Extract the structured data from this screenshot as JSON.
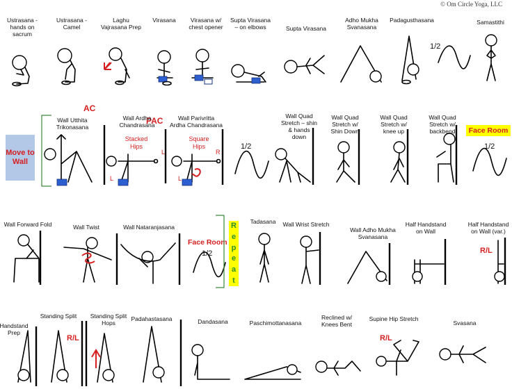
{
  "copyright": "© Om Circle Yoga, LLC",
  "badges": {
    "move_to_wall": "Move to Wall",
    "face_room": "Face Room",
    "face_room_row3": "Face Room",
    "repeat": "Repeat",
    "ac": "AC",
    "pac": "PAC",
    "stacked_hips": "Stacked Hips",
    "square_hips": "Square Hips",
    "l": "L",
    "r": "R",
    "rl": "R/L",
    "half": "1/2"
  },
  "rows": [
    {
      "poses": [
        {
          "id": "ustrasana-sacrum",
          "lines": [
            "Ustrasana -",
            "hands on",
            "sacrum"
          ]
        },
        {
          "id": "ustrasana-camel",
          "lines": [
            "Ustrasana -",
            "Camel"
          ]
        },
        {
          "id": "laghu-vajrasana-prep",
          "lines": [
            "Laghu",
            "Vajrasana Prep"
          ]
        },
        {
          "id": "virasana",
          "lines": [
            "Virasana"
          ]
        },
        {
          "id": "virasana-chest-opener",
          "lines": [
            "Virasana w/",
            "chest opener"
          ]
        },
        {
          "id": "supta-virasana-elbows",
          "lines": [
            "Supta Virasana",
            "– on elbows"
          ]
        },
        {
          "id": "supta-virasana",
          "lines": [
            "Supta Virasana"
          ]
        },
        {
          "id": "adho-mukha-svanasana",
          "lines": [
            "Adho Mukha",
            "Svanasana"
          ]
        },
        {
          "id": "padagusthasana",
          "lines": [
            "Padagusthasana"
          ]
        },
        {
          "id": "samastithi",
          "lines": [
            "Samastithi"
          ]
        }
      ]
    },
    {
      "poses": [
        {
          "id": "wall-utthita-trikonasana",
          "lines": [
            "Wall Utthita",
            "Trikonasana"
          ]
        },
        {
          "id": "wall-ardha-chandrasana",
          "lines": [
            "Wall Ardha",
            "Chandrasana"
          ]
        },
        {
          "id": "wall-parivritta-ardha-chandrasana",
          "lines": [
            "Wall Parivritta",
            "Ardha Chandrasana"
          ]
        },
        {
          "id": "wall-quad-stretch-shin-hands",
          "lines": [
            "Wall Quad",
            "Stretch – shin",
            "& hands",
            "down"
          ]
        },
        {
          "id": "wall-quad-stretch-shin-down",
          "lines": [
            "Wall Quad",
            "Stretch w/",
            "Shin Down"
          ]
        },
        {
          "id": "wall-quad-stretch-knee-up",
          "lines": [
            "Wall Quad",
            "Stretch w/",
            "knee up"
          ]
        },
        {
          "id": "wall-quad-stretch-backbend",
          "lines": [
            "Wall Quad",
            "Stretch w/",
            "backbend"
          ]
        }
      ]
    },
    {
      "poses": [
        {
          "id": "wall-forward-fold",
          "lines": [
            "Wall Forward Fold"
          ]
        },
        {
          "id": "wall-twist",
          "lines": [
            "Wall Twist"
          ]
        },
        {
          "id": "wall-nataranjasana",
          "lines": [
            "Wall Nataranjasana"
          ]
        },
        {
          "id": "tadasana",
          "lines": [
            "Tadasana"
          ]
        },
        {
          "id": "wall-wrist-stretch",
          "lines": [
            "Wall Wrist Stretch"
          ]
        },
        {
          "id": "wall-adho-mukha-svanasana",
          "lines": [
            "Wall Adho Mukha",
            "Svanasana"
          ]
        },
        {
          "id": "half-handstand-wall",
          "lines": [
            "Half Handstand",
            "on Wall"
          ]
        },
        {
          "id": "half-handstand-wall-var",
          "lines": [
            "Half Handstand",
            "on Wall (var.)"
          ]
        }
      ]
    },
    {
      "poses": [
        {
          "id": "handstand-prep",
          "lines": [
            "Handstand",
            "Prep"
          ]
        },
        {
          "id": "standing-split",
          "lines": [
            "Standing Split"
          ]
        },
        {
          "id": "standing-split-hops",
          "lines": [
            "Standing Split",
            "Hops"
          ]
        },
        {
          "id": "padahastasana",
          "lines": [
            "Padahastasana"
          ]
        },
        {
          "id": "dandasana",
          "lines": [
            "Dandasana"
          ]
        },
        {
          "id": "paschimottanasana",
          "lines": [
            "Paschimottanasana"
          ]
        },
        {
          "id": "reclined-knees-bent",
          "lines": [
            "Reclined w/",
            "Knees Bent"
          ]
        },
        {
          "id": "supine-hip-stretch",
          "lines": [
            "Supine Hip Stretch"
          ]
        },
        {
          "id": "svasana",
          "lines": [
            "Svasana"
          ]
        }
      ]
    }
  ]
}
